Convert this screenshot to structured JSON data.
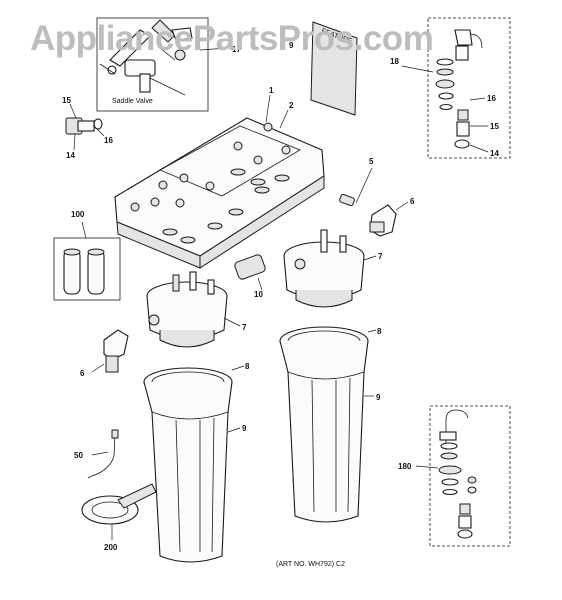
{
  "watermark": "AppliancePartsPros.com",
  "art_number": "(ART NO. WH792) C2",
  "saddle_valve_label": "Saddle Valve",
  "feature_card_text": "FEATURE",
  "callouts": {
    "c1": "1",
    "c2": "2",
    "c5": "5",
    "c6a": "6",
    "c6b": "6",
    "c7a": "7",
    "c7b": "7",
    "c8a": "8",
    "c8b": "8",
    "c9a": "9",
    "c9b": "9",
    "c9c": "9",
    "c10": "10",
    "c14a": "14",
    "c14b": "14",
    "c15a": "15",
    "c15b": "15",
    "c16a": "16",
    "c16b": "16",
    "c17": "17",
    "c18": "18",
    "c50": "50",
    "c100": "100",
    "c180": "180",
    "c200": "200"
  }
}
